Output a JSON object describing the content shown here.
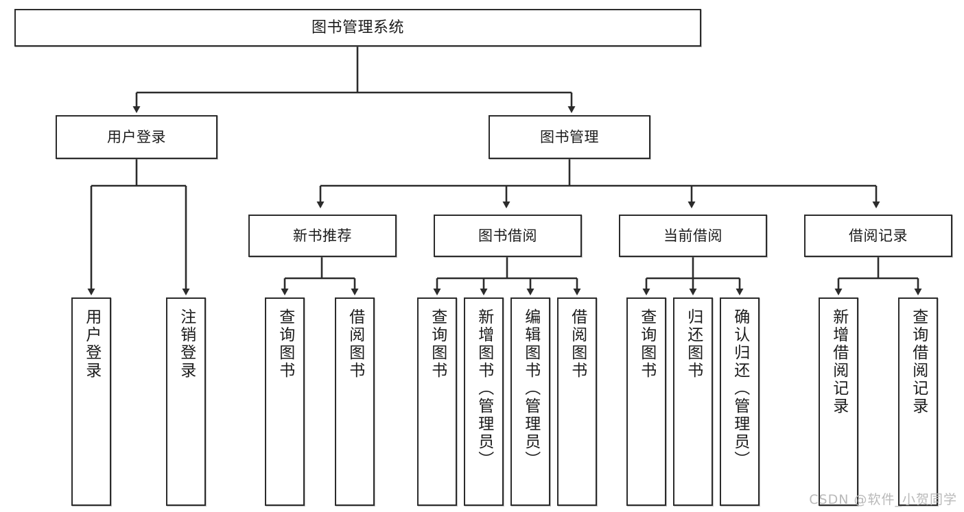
{
  "diagram": {
    "title": "图书管理系统",
    "type": "tree",
    "orientation": "top-down",
    "colors": {
      "box_border": "#2b2b2b",
      "box_fill": "#ffffff",
      "connector": "#2b2b2b",
      "text": "#1b1b1b",
      "watermark": "#b9b9b9",
      "background": "#ffffff"
    },
    "nodes": {
      "root": {
        "label": "图书管理系统",
        "level": 1
      },
      "level2": [
        {
          "id": "user-login",
          "label": "用户登录",
          "level": 2
        },
        {
          "id": "book-manage",
          "label": "图书管理",
          "level": 2
        }
      ],
      "level3": [
        {
          "id": "new-book-recommend",
          "label": "新书推荐",
          "level": 3,
          "parent": "book-manage"
        },
        {
          "id": "book-borrow",
          "label": "图书借阅",
          "level": 3,
          "parent": "book-manage"
        },
        {
          "id": "current-borrow",
          "label": "当前借阅",
          "level": 3,
          "parent": "book-manage"
        },
        {
          "id": "borrow-record",
          "label": "借阅记录",
          "level": 3,
          "parent": "book-manage"
        }
      ],
      "leaves": [
        {
          "id": "leaf-user-login",
          "label": "用户登录",
          "parent": "user-login"
        },
        {
          "id": "leaf-logout-login",
          "label": "注销登录",
          "parent": "user-login"
        },
        {
          "id": "leaf-query-book-1",
          "label": "查询图书",
          "parent": "new-book-recommend"
        },
        {
          "id": "leaf-borrow-book-1",
          "label": "借阅图书",
          "parent": "new-book-recommend"
        },
        {
          "id": "leaf-query-book-2",
          "label": "查询图书",
          "parent": "book-borrow"
        },
        {
          "id": "leaf-add-book",
          "label": "新增图书（管理员）",
          "parent": "book-borrow"
        },
        {
          "id": "leaf-edit-book",
          "label": "编辑图书（管理员）",
          "parent": "book-borrow"
        },
        {
          "id": "leaf-borrow-book-2",
          "label": "借阅图书",
          "parent": "book-borrow"
        },
        {
          "id": "leaf-query-book-3",
          "label": "查询图书",
          "parent": "current-borrow"
        },
        {
          "id": "leaf-return-book",
          "label": "归还图书",
          "parent": "current-borrow"
        },
        {
          "id": "leaf-confirm-return",
          "label": "确认归还（管理员）",
          "parent": "current-borrow"
        },
        {
          "id": "leaf-add-record",
          "label": "新增借阅记录",
          "parent": "borrow-record"
        },
        {
          "id": "leaf-query-record",
          "label": "查询借阅记录",
          "parent": "borrow-record"
        }
      ]
    }
  },
  "watermark": {
    "text": "CSDN @软件_小贺同学"
  }
}
